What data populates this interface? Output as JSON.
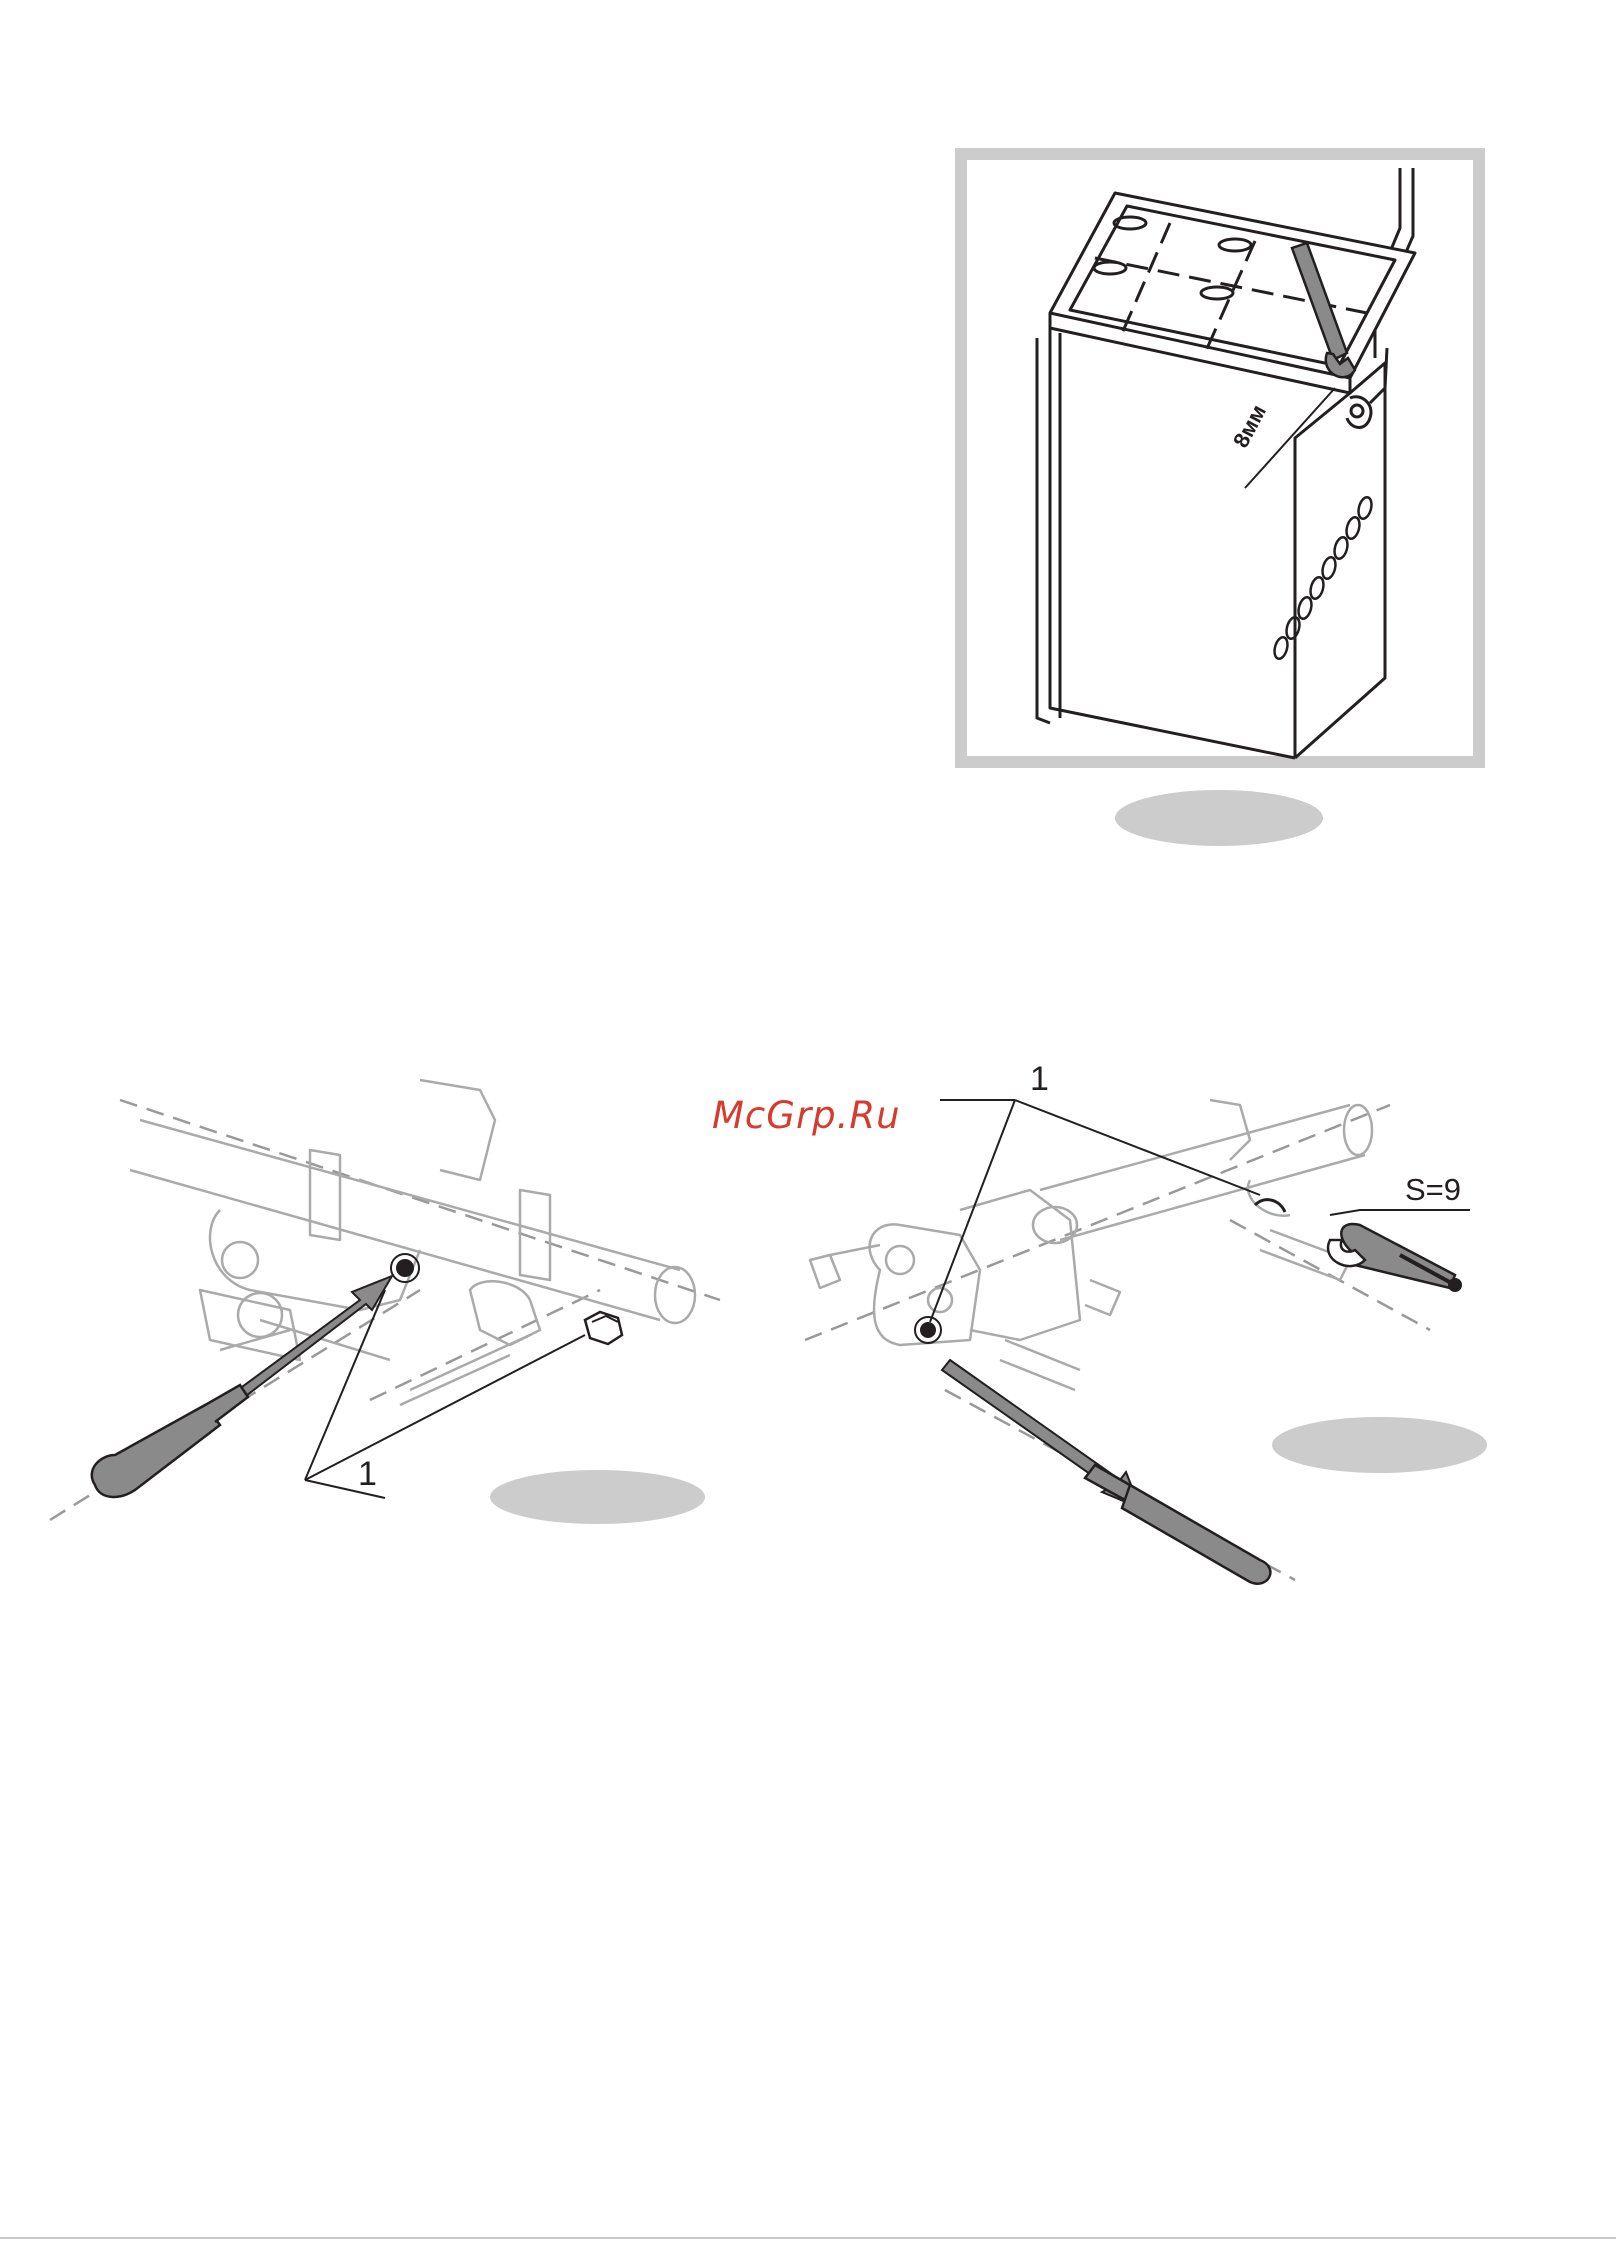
{
  "figure_top": {
    "dimension_label": "8мм"
  },
  "figure_left": {
    "callout": "1"
  },
  "figure_right": {
    "callout": "1",
    "wrench_size": "S=9"
  },
  "watermark": "McGrp.Ru",
  "colors": {
    "frame": "#cccccc",
    "ink": "#231f20",
    "watermark": "#d63b2e",
    "label_ellipse": "#cccccc"
  },
  "icons": [
    "stove-illustration",
    "wrench-icon",
    "screwdriver-icon",
    "gas-valve-illustration"
  ]
}
